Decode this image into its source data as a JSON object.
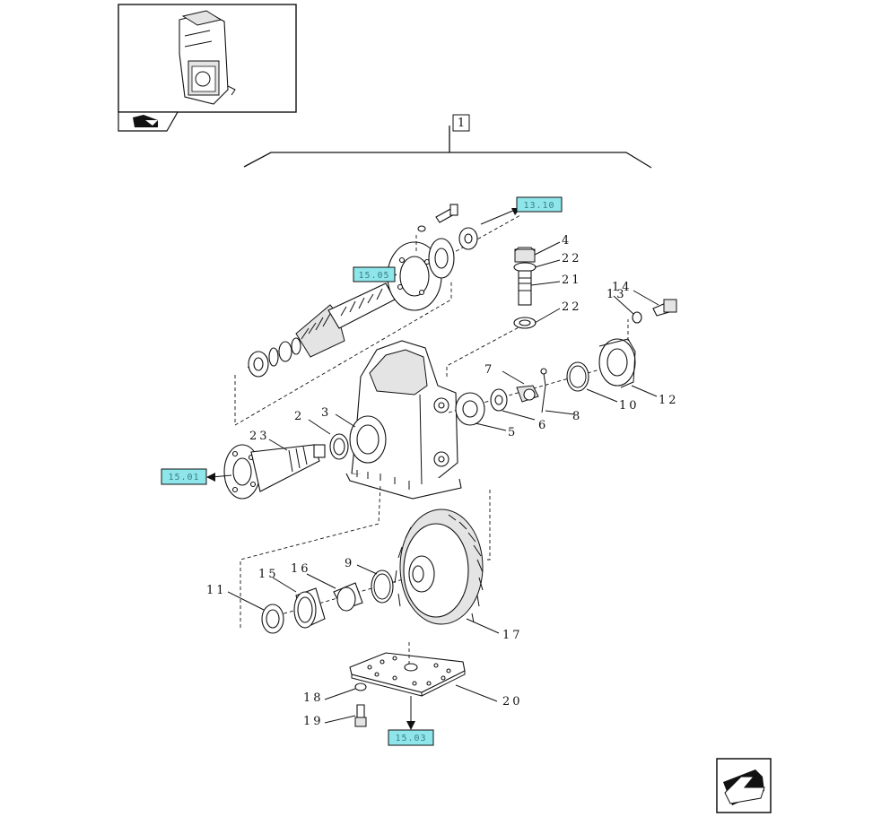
{
  "diagram": {
    "group_marker": "1",
    "callouts": [
      {
        "id": "c4",
        "text": "4"
      },
      {
        "id": "c22a",
        "text": "22"
      },
      {
        "id": "c21",
        "text": "21"
      },
      {
        "id": "c22b",
        "text": "22"
      },
      {
        "id": "c13",
        "text": "13"
      },
      {
        "id": "c14",
        "text": "14"
      },
      {
        "id": "c12",
        "text": "12"
      },
      {
        "id": "c10",
        "text": "10"
      },
      {
        "id": "c8",
        "text": "8"
      },
      {
        "id": "c7",
        "text": "7"
      },
      {
        "id": "c6",
        "text": "6"
      },
      {
        "id": "c5",
        "text": "5"
      },
      {
        "id": "c2",
        "text": "2"
      },
      {
        "id": "c3",
        "text": "3"
      },
      {
        "id": "c23",
        "text": "23"
      },
      {
        "id": "c11",
        "text": "11"
      },
      {
        "id": "c15",
        "text": "15"
      },
      {
        "id": "c16",
        "text": "16"
      },
      {
        "id": "c9",
        "text": "9"
      },
      {
        "id": "c17",
        "text": "17"
      },
      {
        "id": "c18",
        "text": "18"
      },
      {
        "id": "c19",
        "text": "19"
      },
      {
        "id": "c20",
        "text": "20"
      }
    ],
    "section_refs": [
      {
        "id": "r1310",
        "text": "13.10"
      },
      {
        "id": "r1505",
        "text": "15.05"
      },
      {
        "id": "r1501",
        "text": "15.01"
      },
      {
        "id": "r1503",
        "text": "15.03"
      }
    ]
  },
  "colors": {
    "ref_box": "#8fe6ea",
    "ink": "#111111"
  },
  "icons": [
    "tractor-thumbnail-icon",
    "book-arrow-icon",
    "next-page-arrow-icon"
  ]
}
